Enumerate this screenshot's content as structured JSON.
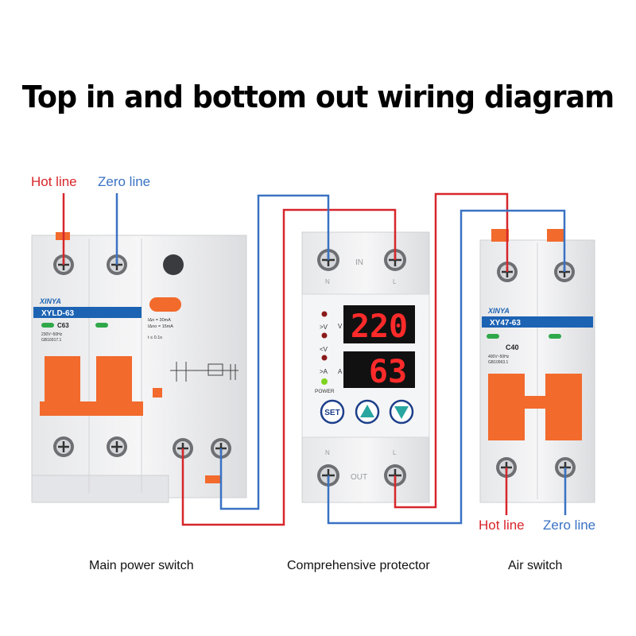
{
  "title": "Top in and bottom out wiring diagram",
  "colors": {
    "hot": "#d7262b",
    "zero": "#3a72c4",
    "orange": "#f26a2c",
    "panel_blue": "#1d63b3",
    "led_red": "#ff2a2a"
  },
  "labels": {
    "hot_top": "Hot line",
    "zero_top": "Zero line",
    "hot_bottom": "Hot line",
    "zero_bottom": "Zero line"
  },
  "captions": {
    "main": "Main power switch",
    "protector": "Comprehensive protector",
    "air": "Air switch"
  },
  "main_switch": {
    "brand": "XINYA",
    "model": "XYLD-63",
    "rating": "C63",
    "spec1": "230V~50Hz",
    "spec2": "GB16917.1",
    "spec3": "IΔn = 30mA",
    "spec4": "IΔno = 15mA",
    "spec5": "t ≤ 0.1s"
  },
  "protector": {
    "top_in": "IN",
    "top_n": "N",
    "top_l": "L",
    "bottom_out": "OUT",
    "bottom_n": "N",
    "bottom_l": "L",
    "voltage": "220",
    "current": "63",
    "ind_over_v": ">V",
    "ind_v": "V",
    "ind_under_v": "<V",
    "ind_over_a": ">A",
    "ind_a": "A",
    "power": "POWER",
    "set": "SET"
  },
  "air_switch": {
    "brand": "XINYA",
    "model": "XY47-63",
    "rating": "C40",
    "spec1": "400V~50Hz",
    "spec2": "GB10963.1"
  }
}
